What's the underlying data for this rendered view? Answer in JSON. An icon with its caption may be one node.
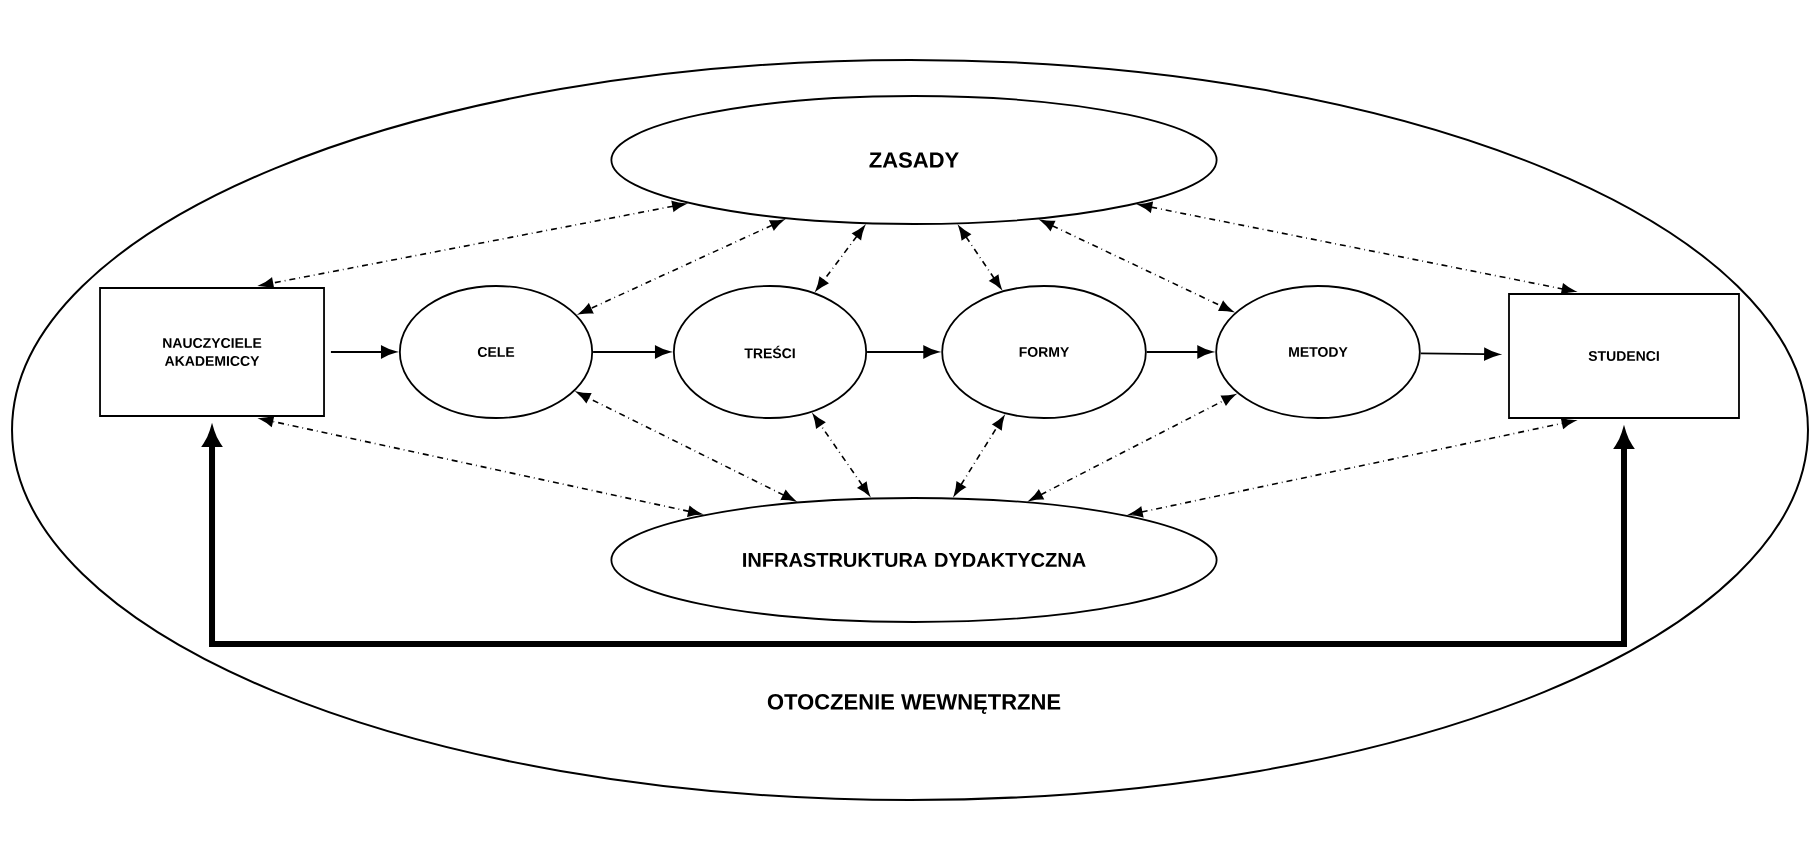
{
  "diagram": {
    "nodes": [
      {
        "text": [
          "OTOCZENIE WEWNĘTRZNE"
        ]
      },
      {
        "text": [
          "ZASADY"
        ],
        "in": 0
      },
      {
        "text": [
          "NAUCZYCIELE AKADEMICCY"
        ],
        "in": 0
      },
      {
        "text": [
          "CELE"
        ],
        "in": 0
      },
      {
        "text": [
          "TREŚCI"
        ],
        "in": 0
      },
      {
        "text": [
          "FORMY"
        ],
        "in": 0
      },
      {
        "text": [
          "METODY"
        ],
        "in": 0
      },
      {
        "text": [
          "STUDENCI"
        ],
        "in": 0
      },
      {
        "text": [
          "INFRASTRUKTURA DYDAKTYCZNA"
        ],
        "in": 0
      }
    ],
    "edges": [
      {
        "from": 2,
        "to": 3,
        "arrow": "to"
      },
      {
        "from": 3,
        "to": 4,
        "arrow": "to"
      },
      {
        "from": 4,
        "to": 5,
        "arrow": "to"
      },
      {
        "from": 5,
        "to": 6,
        "arrow": "to"
      },
      {
        "from": 6,
        "to": 7,
        "arrow": "to"
      },
      {
        "from": 7,
        "to": 2,
        "arrow": "both",
        "style": "thick"
      },
      {
        "from": 1,
        "to": 2,
        "arrow": "both",
        "style": "dashed"
      },
      {
        "from": 1,
        "to": 3,
        "arrow": "both",
        "style": "dashed"
      },
      {
        "from": 1,
        "to": 4,
        "arrow": "both",
        "style": "dashed"
      },
      {
        "from": 1,
        "to": 5,
        "arrow": "both",
        "style": "dashed"
      },
      {
        "from": 1,
        "to": 6,
        "arrow": "both",
        "style": "dashed"
      },
      {
        "from": 1,
        "to": 7,
        "arrow": "both",
        "style": "dashed"
      },
      {
        "from": 8,
        "to": 2,
        "arrow": "both",
        "style": "dashed"
      },
      {
        "from": 8,
        "to": 3,
        "arrow": "both",
        "style": "dashed"
      },
      {
        "from": 8,
        "to": 4,
        "arrow": "both",
        "style": "dashed"
      },
      {
        "from": 8,
        "to": 5,
        "arrow": "both",
        "style": "dashed"
      },
      {
        "from": 8,
        "to": 6,
        "arrow": "both",
        "style": "dashed"
      },
      {
        "from": 8,
        "to": 7,
        "arrow": "both",
        "style": "dashed"
      }
    ]
  }
}
